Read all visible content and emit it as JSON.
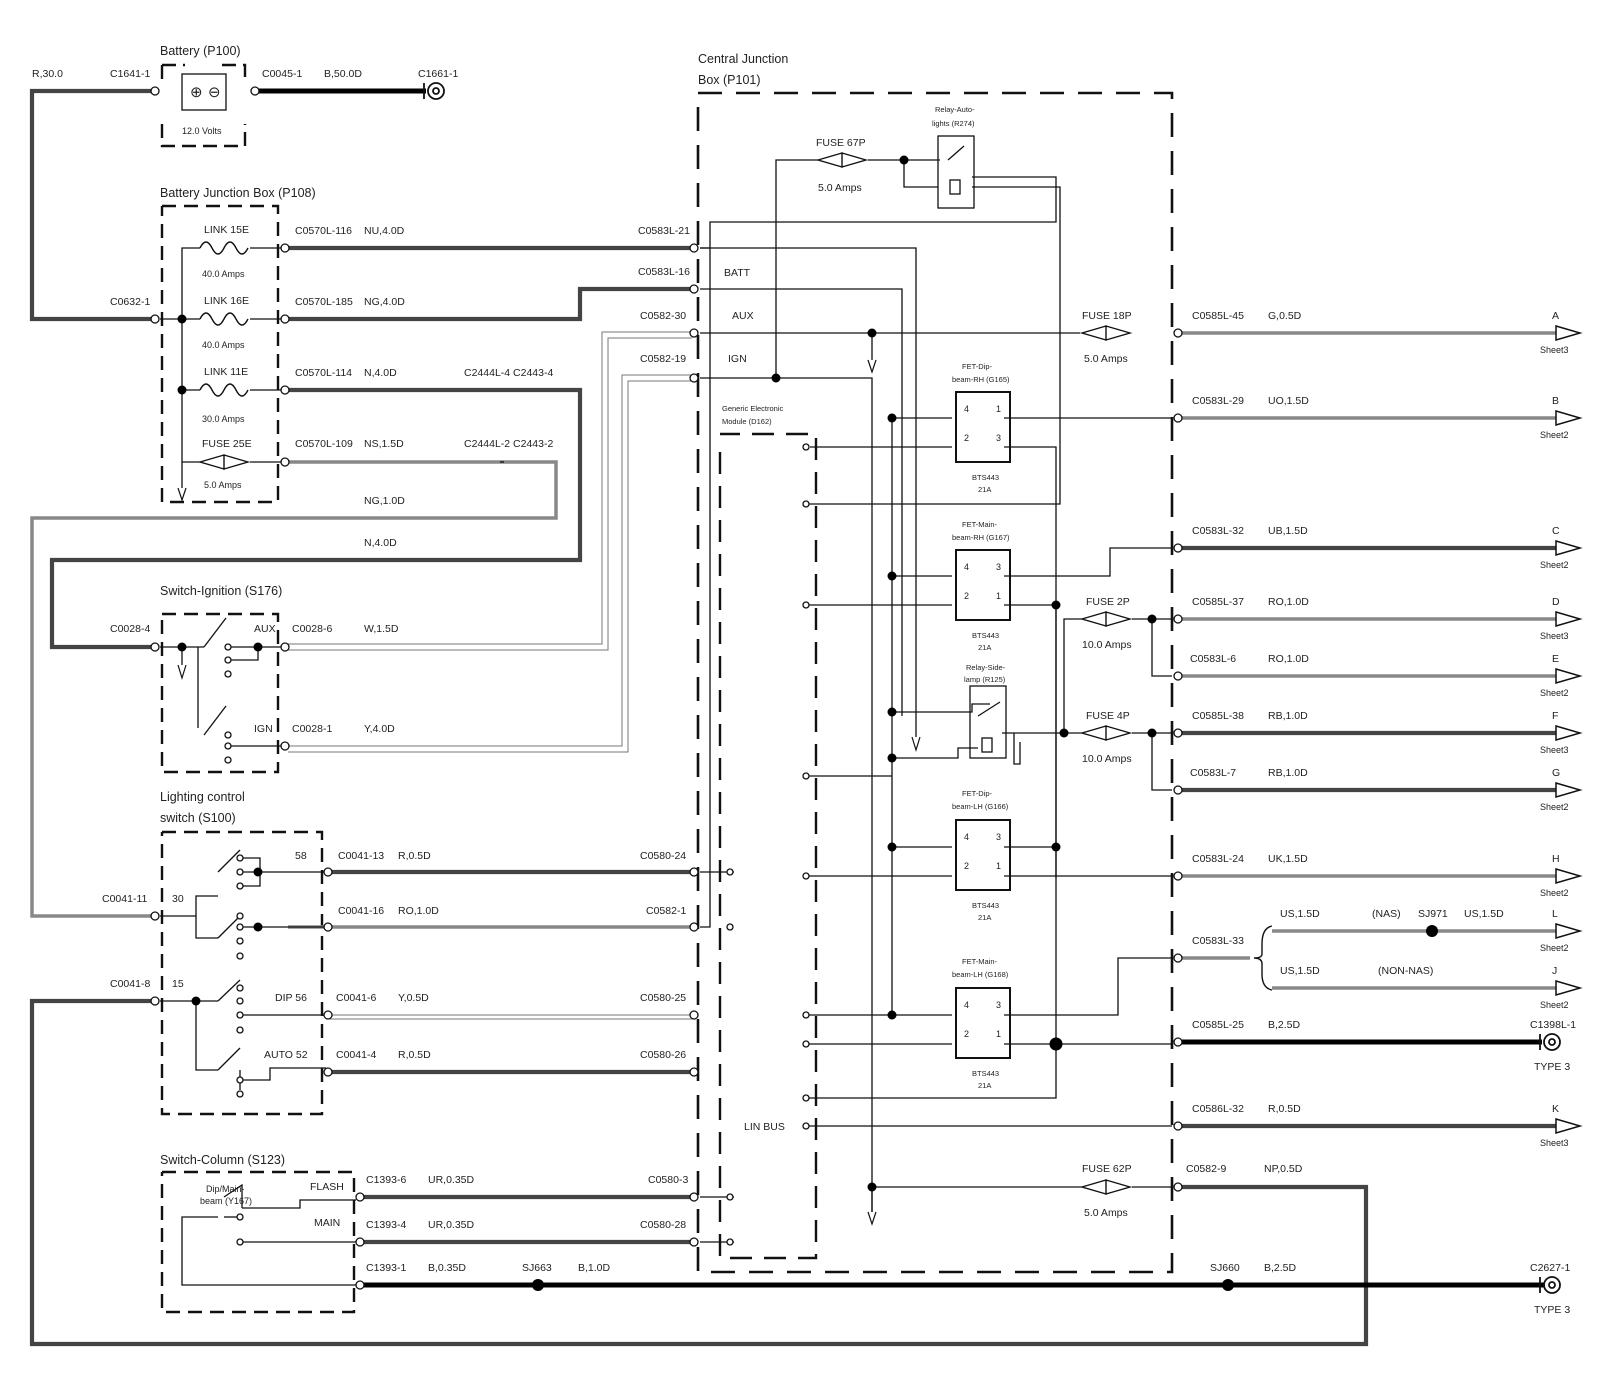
{
  "components": {
    "battery": {
      "title": "Battery (P100)",
      "voltage": "12.0 Volts",
      "wire_in": "R,30.0",
      "conn_in": "C1641-1",
      "conn_out": "C0045-1",
      "wire_out": "B,50.0D",
      "ground": "C1661-1"
    },
    "bjb": {
      "title": "Battery Junction Box (P108)",
      "feed_conn": "C0632-1",
      "fuses": [
        {
          "name": "LINK 15E",
          "rating": "40.0 Amps",
          "conn": "C0570L-116",
          "wire": "NU,4.0D"
        },
        {
          "name": "LINK 16E",
          "rating": "40.0 Amps",
          "conn": "C0570L-185",
          "wire": "NG,4.0D"
        },
        {
          "name": "LINK 11E",
          "rating": "30.0 Amps",
          "conn": "C0570L-114",
          "wire": "N,4.0D"
        },
        {
          "name": "FUSE 25E",
          "rating": "5.0 Amps",
          "conn": "C0570L-109",
          "wire": "NS,1.5D"
        }
      ],
      "inline": [
        "C2444L-4 C2443-4",
        "C2444L-2 C2443-2"
      ],
      "wire_ng": "NG,1.0D",
      "wire_n": "N,4.0D"
    },
    "ign_switch": {
      "title": "Switch-Ignition (S176)",
      "conn_in": "C0028-4",
      "aux": "AUX",
      "aux_conn": "C0028-6",
      "aux_wire": "W,1.5D",
      "ign": "IGN",
      "ign_conn": "C0028-1",
      "ign_wire": "Y,4.0D"
    },
    "light_switch": {
      "title_1": "Lighting control",
      "title_2": "switch (S100)",
      "conn_30": "C0041-11",
      "pin_30": "30",
      "conn_15": "C0041-8",
      "pin_15": "15",
      "pin_58": "58",
      "c_58": "C0041-13",
      "w_58": "R,0.5D",
      "c_16": "C0041-16",
      "w_16": "RO,1.0D",
      "dip": "DIP 56",
      "c_dip": "C0041-6",
      "w_dip": "Y,0.5D",
      "auto": "AUTO 52",
      "c_auto": "C0041-4",
      "w_auto": "R,0.5D"
    },
    "column_switch": {
      "title": "Switch-Column (S123)",
      "sub_1": "Dip/Main-",
      "sub_2": "beam (Y167)",
      "flash": "FLASH",
      "main": "MAIN",
      "c_flash": "C1393-6",
      "w_flash": "UR,0.35D",
      "c_main": "C1393-4",
      "w_main": "UR,0.35D",
      "c_gnd": "C1393-1",
      "w_gnd": "B,0.35D",
      "sj663": "SJ663",
      "w_sj663": "B,1.0D",
      "sj660": "SJ660",
      "w_sj660": "B,2.5D",
      "c_gnd_end": "C2627-1",
      "type_gnd": "TYPE 3"
    },
    "cjb": {
      "title_1": "Central Junction",
      "title_2": "Box (P101)",
      "c_21": "C0583L-21",
      "c_16": "C0583L-16",
      "batt": "BATT",
      "c_30": "C0582-30",
      "aux": "AUX",
      "c_19": "C0582-19",
      "ign": "IGN",
      "fuse67": "FUSE 67P",
      "fuse67_r": "5.0 Amps",
      "relay_auto_1": "Relay-Auto-",
      "relay_auto_2": "lights (R274)",
      "gem_1": "Generic Electronic",
      "gem_2": "Module (D162)",
      "lin": "LIN BUS",
      "c_24": "C0580-24",
      "c_1": "C0582-1",
      "c_25": "C0580-25",
      "c_26": "C0580-26",
      "c_3": "C0580-3",
      "c_28": "C0580-28",
      "fuse18": "FUSE 18P",
      "fuse18_r": "5.0 Amps",
      "fuse2": "FUSE 2P",
      "fuse2_r": "10.0 Amps",
      "fuse4": "FUSE 4P",
      "fuse4_r": "10.0 Amps",
      "fuse62": "FUSE 62P",
      "fuse62_r": "5.0 Amps",
      "c_9": "C0582-9",
      "w_9": "NP,0.5D",
      "relay_side_1": "Relay-Side-",
      "relay_side_2": "lamp (R125)",
      "fets": [
        {
          "t1": "FET-Dip-",
          "t2": "beam-RH (G165)",
          "p": [
            "4",
            "1",
            "2",
            "3"
          ],
          "part": "BTS443",
          "amp": "21A"
        },
        {
          "t1": "FET-Main-",
          "t2": "beam-RH (G167)",
          "p": [
            "4",
            "3",
            "2",
            "1"
          ],
          "part": "BTS443",
          "amp": "21A"
        },
        {
          "t1": "FET-Dip-",
          "t2": "beam-LH (G166)",
          "p": [
            "4",
            "3",
            "2",
            "1"
          ],
          "part": "BTS443",
          "amp": "21A"
        },
        {
          "t1": "FET-Main-",
          "t2": "beam-LH (G168)",
          "p": [
            "4",
            "3",
            "2",
            "1"
          ],
          "part": "BTS443",
          "amp": "21A"
        }
      ]
    }
  },
  "outputs": [
    {
      "conn": "C0585L-45",
      "wire": "G,0.5D",
      "letter": "A",
      "sheet": "Sheet3"
    },
    {
      "conn": "C0583L-29",
      "wire": "UO,1.5D",
      "letter": "B",
      "sheet": "Sheet2"
    },
    {
      "conn": "C0583L-32",
      "wire": "UB,1.5D",
      "letter": "C",
      "sheet": "Sheet2"
    },
    {
      "conn": "C0585L-37",
      "wire": "RO,1.0D",
      "letter": "D",
      "sheet": "Sheet3"
    },
    {
      "conn": "C0583L-6",
      "wire": "RO,1.0D",
      "letter": "E",
      "sheet": "Sheet2"
    },
    {
      "conn": "C0585L-38",
      "wire": "RB,1.0D",
      "letter": "F",
      "sheet": "Sheet3"
    },
    {
      "conn": "C0583L-7",
      "wire": "RB,1.0D",
      "letter": "G",
      "sheet": "Sheet2"
    },
    {
      "conn": "C0583L-24",
      "wire": "UK,1.5D",
      "letter": "H",
      "sheet": "Sheet2"
    },
    {
      "conn": "C0583L-33",
      "wire": "US,1.5D",
      "nas": "(NAS)",
      "sj": "SJ971",
      "wire2": "US,1.5D",
      "letter": "L",
      "sheet": "Sheet2"
    },
    {
      "wire": "US,1.5D",
      "nonnas": "(NON-NAS)",
      "letter": "J",
      "sheet": "Sheet2"
    },
    {
      "conn": "C0585L-25",
      "wire": "B,2.5D",
      "gnd": "C1398L-1",
      "type": "TYPE 3"
    },
    {
      "conn": "C0586L-32",
      "wire": "R,0.5D",
      "letter": "K",
      "sheet": "Sheet3"
    }
  ]
}
